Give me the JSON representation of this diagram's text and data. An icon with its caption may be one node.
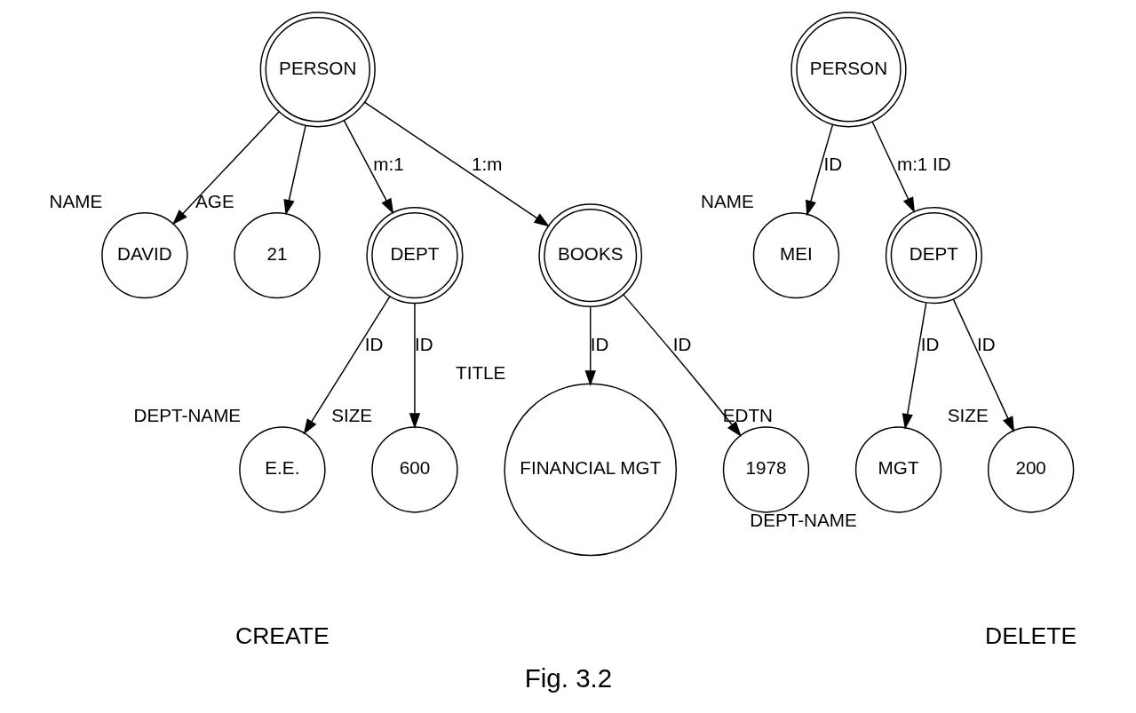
{
  "diagram": {
    "caption": "Fig. 3.2",
    "nodes": [
      {
        "text": [
          "PERSON"
        ]
      },
      {
        "text": [
          "DAVID"
        ],
        "beside": [
          "NAME"
        ]
      },
      {
        "text": [
          "21"
        ],
        "beside": [
          "AGE"
        ]
      },
      {
        "text": [
          "DEPT"
        ]
      },
      {
        "text": [
          "BOOKS"
        ]
      },
      {
        "text": [
          "E.E."
        ],
        "beside": [
          "DEPT-NAME"
        ]
      },
      {
        "text": [
          "600"
        ],
        "beside": [
          "SIZE"
        ]
      },
      {
        "text": [
          "FINANCIAL MGT"
        ],
        "beside": [
          "TITLE"
        ]
      },
      {
        "text": [
          "1978"
        ],
        "beside": [
          "EDTN"
        ]
      },
      {
        "text": [
          "PERSON"
        ]
      },
      {
        "text": [
          "MEI"
        ],
        "beside": [
          "NAME"
        ]
      },
      {
        "text": [
          "DEPT"
        ]
      },
      {
        "text": [
          "MGT"
        ],
        "beside": [
          "DEPT-NAME"
        ]
      },
      {
        "text": [
          "200"
        ],
        "beside": [
          "SIZE"
        ]
      }
    ],
    "edges": [
      {
        "from": 0,
        "to": 1,
        "arrow": "to"
      },
      {
        "from": 0,
        "to": 2,
        "arrow": "to"
      },
      {
        "from": 0,
        "to": 3,
        "arrow": "to",
        "label": "m:1"
      },
      {
        "from": 0,
        "to": 4,
        "arrow": "to",
        "label": "1:m"
      },
      {
        "from": 3,
        "to": 5,
        "arrow": "to",
        "label": "ID"
      },
      {
        "from": 3,
        "to": 6,
        "arrow": "to",
        "label": "ID"
      },
      {
        "from": 4,
        "to": 7,
        "arrow": "to",
        "label": "ID"
      },
      {
        "from": 4,
        "to": 8,
        "arrow": "to",
        "label": "ID"
      },
      {
        "from": 9,
        "to": 10,
        "arrow": "to",
        "label": "ID"
      },
      {
        "from": 9,
        "to": 11,
        "arrow": "to",
        "label": "m:1 ID"
      },
      {
        "from": 11,
        "to": 12,
        "arrow": "to",
        "label": "ID"
      },
      {
        "from": 11,
        "to": 13,
        "arrow": "to",
        "label": "ID"
      }
    ],
    "labels": [
      "CREATE",
      "DELETE"
    ]
  }
}
